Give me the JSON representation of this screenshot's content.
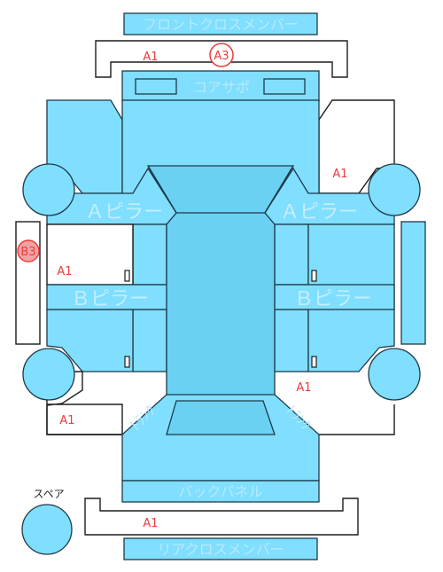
{
  "parts": {
    "front_cross_member": "フロントクロスメンバー",
    "core_support": "コアサポ",
    "a_pillar_left": "Ａピラー",
    "a_pillar_right": "Ａピラー",
    "b_pillar_left": "Ｂピラー",
    "b_pillar_right": "Ｂピラー",
    "back_panel": "バックパネル",
    "rear_cross_member": "リアクロスメンバー",
    "trunk_left": "ﾄﾗﾝｸ",
    "trunk_right": "ﾄﾗﾝｸ",
    "spare_label": "スペア"
  },
  "marks": {
    "front_a1": "A1",
    "front_a3": "A3",
    "right_front_a1": "A1",
    "left_b3": "B3",
    "left_a1": "A1",
    "right_rear_a1": "A1",
    "left_rear_a1": "A1",
    "rear_a1": "A1"
  },
  "colors": {
    "panel": "#80deff",
    "panel_dark": "#6ad1f2",
    "mark": "#ee3b3b"
  }
}
